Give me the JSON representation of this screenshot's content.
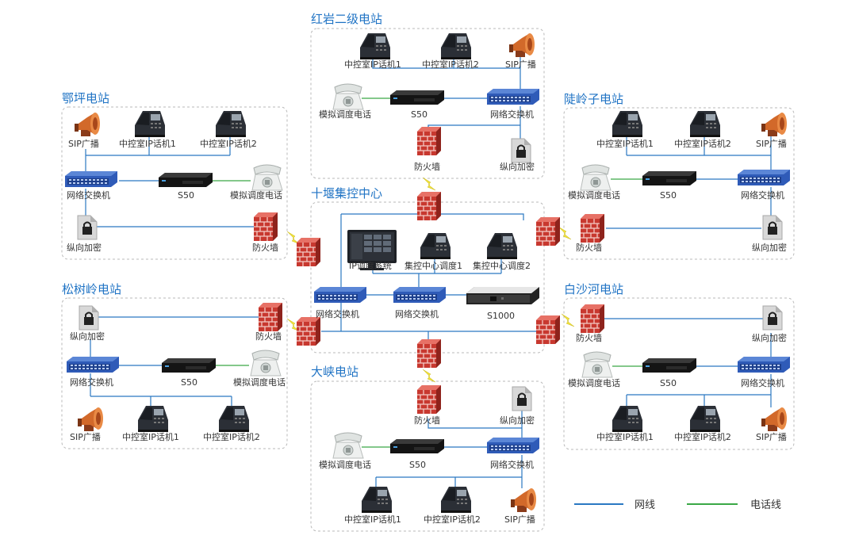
{
  "colors": {
    "network": "#2a78c2",
    "phone": "#3aa846",
    "title": "#1f73c4",
    "box": "#b9b9b9",
    "bolt": "#f0e23a"
  },
  "legend": {
    "network": "网线",
    "phone": "电话线"
  },
  "stations": {
    "hongyan": {
      "title": "红岩二级电站",
      "ipphone1": "中控室IP话机1",
      "ipphone2": "中控室IP话机2",
      "sip": "SIP广播",
      "analog": "模拟调度电话",
      "s50": "S50",
      "switch": "网络交换机",
      "firewall": "防火墙",
      "encrypt": "纵向加密"
    },
    "eping": {
      "title": "鄂坪电站",
      "sip": "SIP广播",
      "ipphone1": "中控室IP话机1",
      "ipphone2": "中控室IP话机2",
      "switch": "网络交换机",
      "s50": "S50",
      "analog": "模拟调度电话",
      "encrypt": "纵向加密",
      "firewall": "防火墙"
    },
    "luling": {
      "title": "陡岭子电站",
      "ipphone1": "中控室IP话机1",
      "ipphone2": "中控室IP话机2",
      "sip": "SIP广播",
      "analog": "模拟调度电话",
      "s50": "S50",
      "switch": "网络交换机",
      "firewall": "防火墙",
      "encrypt": "纵向加密"
    },
    "center": {
      "title": "十堰集控中心",
      "ipsys": "IP调度系统",
      "dispatch1": "集控中心调度1",
      "dispatch2": "集控中心调度2",
      "switch1": "网络交换机",
      "switch2": "网络交换机",
      "s1000": "S1000"
    },
    "songshu": {
      "title": "松树岭电站",
      "encrypt": "纵向加密",
      "firewall": "防火墙",
      "switch": "网络交换机",
      "s50": "S50",
      "analog": "模拟调度电话",
      "sip": "SIP广播",
      "ipphone1": "中控室IP话机1",
      "ipphone2": "中控室IP话机2"
    },
    "baisha": {
      "title": "白沙河电站",
      "firewall": "防火墙",
      "encrypt": "纵向加密",
      "analog": "模拟调度电话",
      "s50": "S50",
      "switch": "网络交换机",
      "ipphone1": "中控室IP话机1",
      "ipphone2": "中控室IP话机2",
      "sip": "SIP广播"
    },
    "daxia": {
      "title": "大峡电站",
      "firewall": "防火墙",
      "encrypt": "纵向加密",
      "analog": "模拟调度电话",
      "s50": "S50",
      "switch": "网络交换机",
      "ipphone1": "中控室IP话机1",
      "ipphone2": "中控室IP话机2",
      "sip": "SIP广播"
    }
  }
}
